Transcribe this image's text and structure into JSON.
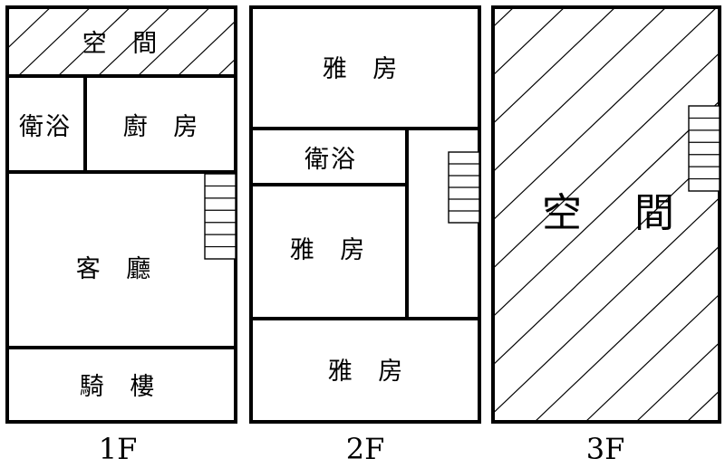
{
  "floors": [
    {
      "label": "1F",
      "rooms": {
        "void": "空 間",
        "bath": "衛浴",
        "kitchen": "廚 房",
        "living": "客 廳",
        "arcade": "騎 樓"
      }
    },
    {
      "label": "2F",
      "rooms": {
        "bedroom_top": "雅 房",
        "bath": "衛浴",
        "bedroom_middle": "雅 房",
        "bedroom_bottom": "雅 房"
      }
    },
    {
      "label": "3F",
      "rooms": {
        "void": "空 間"
      }
    }
  ]
}
